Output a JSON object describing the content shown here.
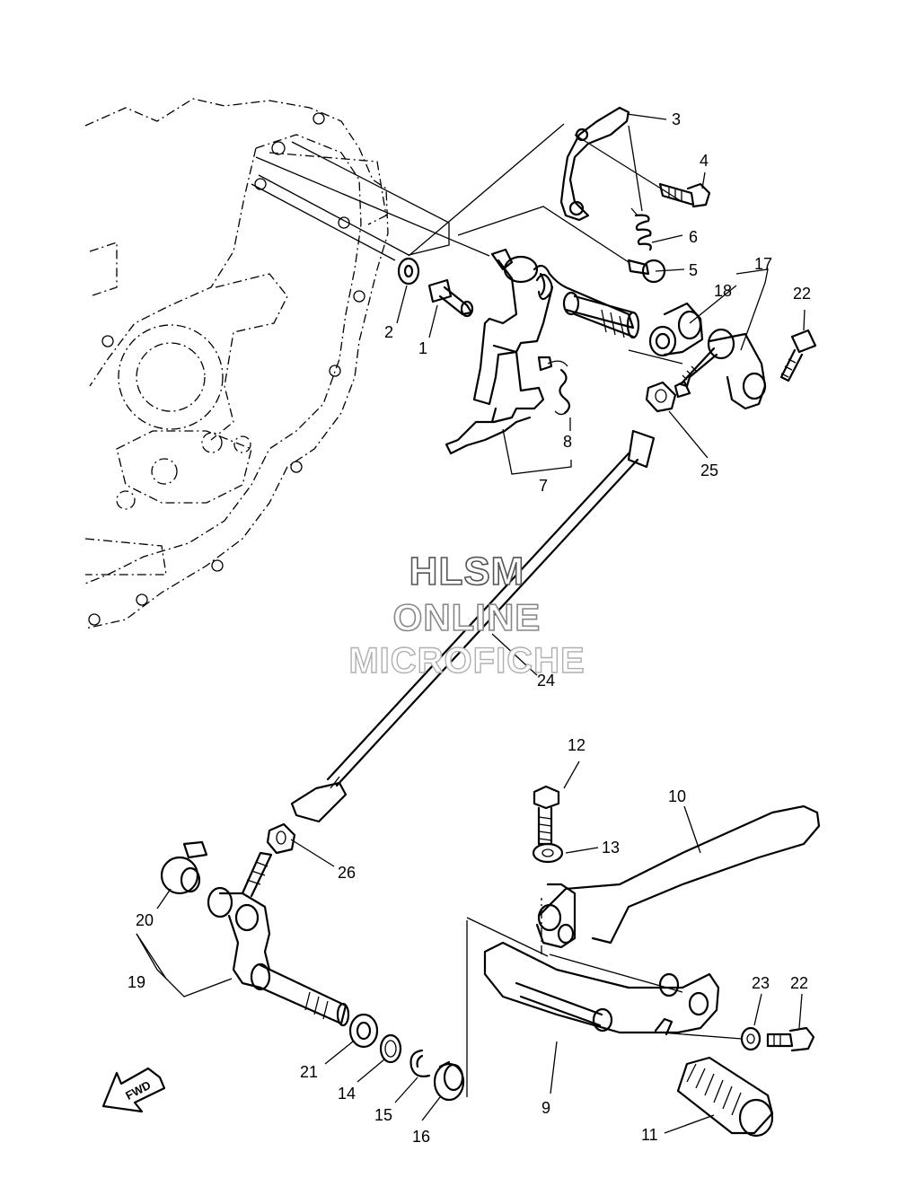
{
  "watermark": {
    "line1": "HLSM",
    "line2": "ONLINE",
    "line3": "MICROFICHE"
  },
  "direction_arrow": {
    "label": "FWD",
    "icon": "fwd-arrow-icon"
  },
  "callouts": [
    {
      "id": "1",
      "label": "1"
    },
    {
      "id": "2",
      "label": "2"
    },
    {
      "id": "3",
      "label": "3"
    },
    {
      "id": "4",
      "label": "4"
    },
    {
      "id": "5",
      "label": "5"
    },
    {
      "id": "6",
      "label": "6"
    },
    {
      "id": "7",
      "label": "7"
    },
    {
      "id": "8",
      "label": "8"
    },
    {
      "id": "9",
      "label": "9"
    },
    {
      "id": "10",
      "label": "10"
    },
    {
      "id": "11",
      "label": "11"
    },
    {
      "id": "12",
      "label": "12"
    },
    {
      "id": "13",
      "label": "13"
    },
    {
      "id": "14",
      "label": "14"
    },
    {
      "id": "15",
      "label": "15"
    },
    {
      "id": "16",
      "label": "16"
    },
    {
      "id": "17",
      "label": "17"
    },
    {
      "id": "18",
      "label": "18"
    },
    {
      "id": "19",
      "label": "19"
    },
    {
      "id": "20",
      "label": "20"
    },
    {
      "id": "21",
      "label": "21"
    },
    {
      "id": "22a",
      "label": "22"
    },
    {
      "id": "22b",
      "label": "22"
    },
    {
      "id": "23",
      "label": "23"
    },
    {
      "id": "24",
      "label": "24"
    },
    {
      "id": "25",
      "label": "25"
    },
    {
      "id": "26",
      "label": "26"
    }
  ]
}
